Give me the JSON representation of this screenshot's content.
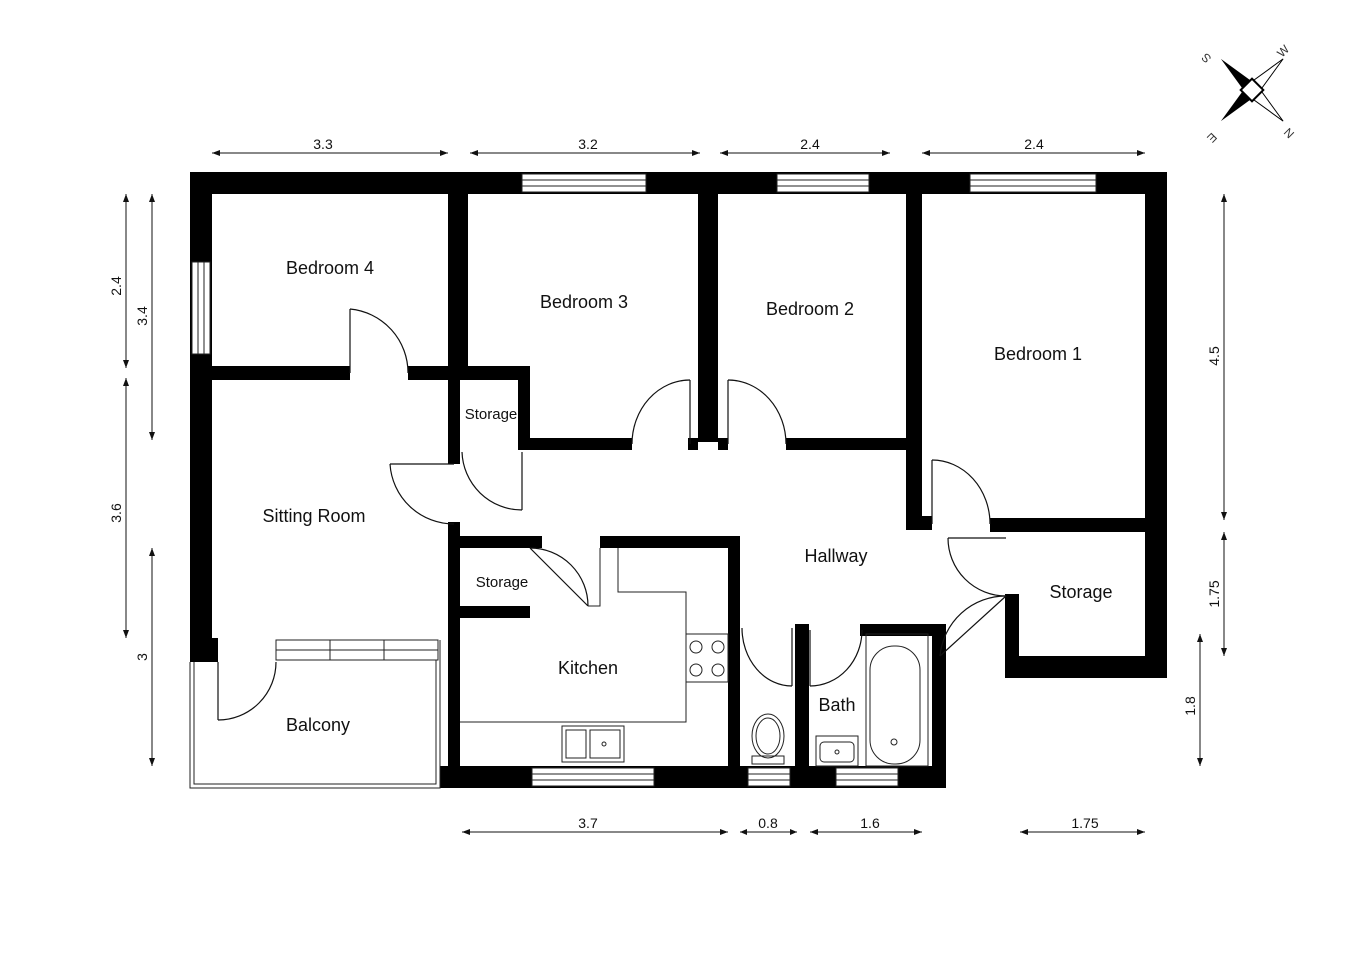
{
  "rooms": {
    "bedroom4": "Bedroom 4",
    "bedroom3": "Bedroom 3",
    "bedroom2": "Bedroom 2",
    "bedroom1": "Bedroom 1",
    "storage_a": "Storage",
    "sitting_room": "Sitting Room",
    "hallway": "Hallway",
    "storage_b": "Storage",
    "storage_c": "Storage",
    "kitchen": "Kitchen",
    "bath": "Bath",
    "balcony": "Balcony"
  },
  "dimensions": {
    "top": [
      "3.3",
      "3.2",
      "2.4",
      "2.4"
    ],
    "bottom": [
      "3.7",
      "0.8",
      "1.6",
      "1.75"
    ],
    "left_outer": [
      "2.4",
      "3.6"
    ],
    "left_inner": [
      "3.4",
      "3"
    ],
    "right": [
      "4.5",
      "1.75",
      "1.8"
    ]
  },
  "compass": {
    "letters": [
      "N",
      "E",
      "S",
      "W"
    ]
  }
}
